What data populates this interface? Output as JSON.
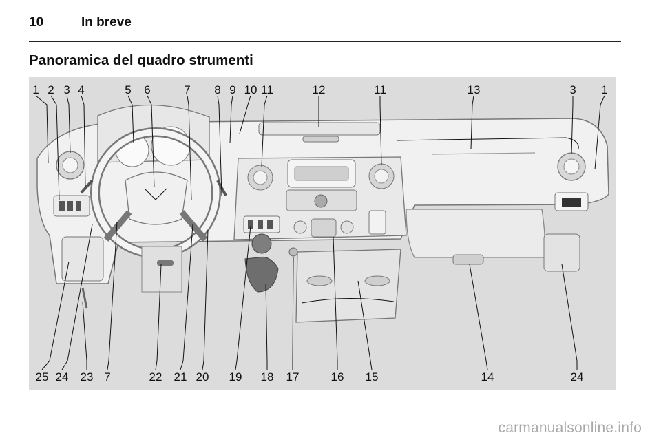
{
  "header": {
    "page_number": "10",
    "running_head": "In breve"
  },
  "section_title": "Panoramica del quadro strumenti",
  "figure": {
    "top_callouts": [
      "1",
      "2",
      "3",
      "4",
      "5",
      "6",
      "7",
      "8",
      "9",
      "10",
      "11",
      "12",
      "11",
      "13",
      "3",
      "1"
    ],
    "bottom_callouts": [
      "25",
      "24",
      "23",
      "7",
      "22",
      "21",
      "20",
      "19",
      "18",
      "17",
      "16",
      "15",
      "14",
      "24"
    ]
  },
  "watermark": "carmanualsonline.info"
}
